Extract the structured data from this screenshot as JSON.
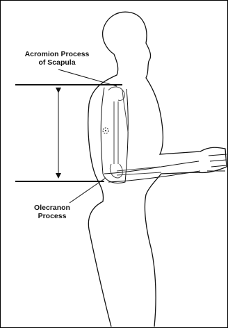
{
  "labels": {
    "acromion": {
      "line1": "Acromion Process",
      "line2": "of Scapula"
    },
    "olecranon": {
      "line1": "Olecranon",
      "line2": "Process"
    }
  },
  "colors": {
    "ink": "#111111",
    "bone": "#444444",
    "background": "#ffffff"
  }
}
